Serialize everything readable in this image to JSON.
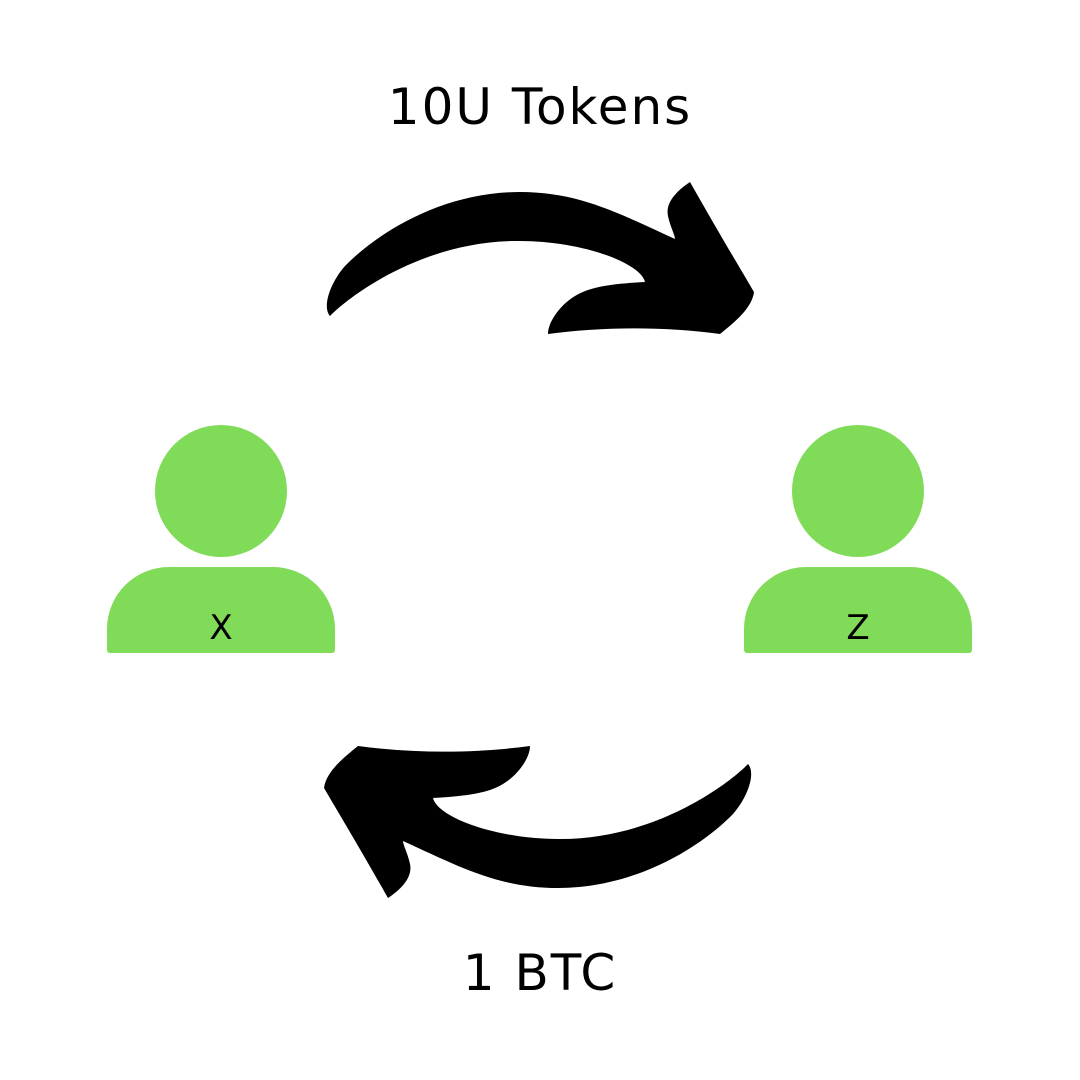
{
  "diagram": {
    "top_label": "10U Tokens",
    "bottom_label": "1 BTC",
    "parties": [
      {
        "name": "X"
      },
      {
        "name": "Z"
      }
    ],
    "colors": {
      "person": "#7fdb58",
      "arrow": "#000000",
      "text": "#000000",
      "background": "#ffffff"
    }
  }
}
